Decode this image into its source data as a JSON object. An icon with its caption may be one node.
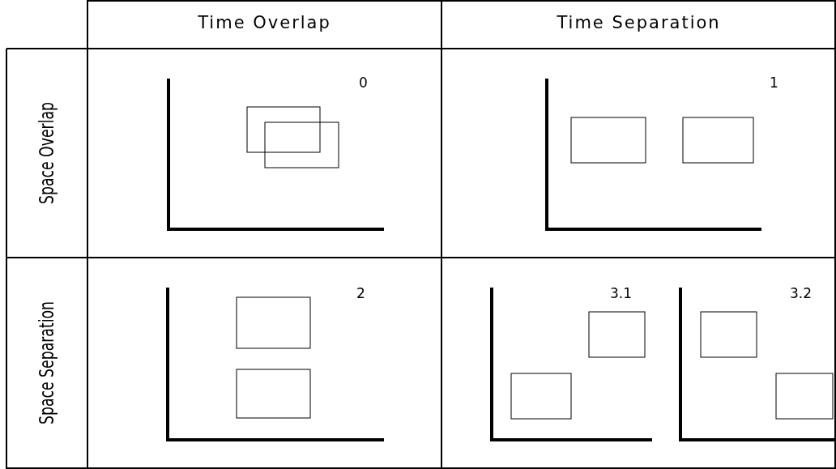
{
  "diagram": {
    "labels": [
      "Time Overlap",
      "Time Separation",
      "Space Overlap",
      "Space Separation",
      "0",
      "1",
      "2",
      "3.1",
      "3.2"
    ]
  }
}
